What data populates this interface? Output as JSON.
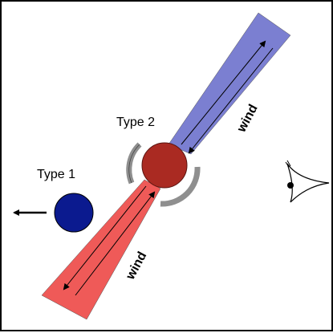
{
  "labels": {
    "type1": "Type 1",
    "type2": "Type 2",
    "wind_upper": "wind",
    "wind_lower": "wind"
  },
  "colors": {
    "type1_star": "#0b1a8f",
    "type2_star": "#aa2a22",
    "wind_blue_cone": "#7b7fd1",
    "wind_red_cone": "#ef5a58",
    "shell": "#8f8f8f",
    "arrow": "#000000"
  },
  "icons": {
    "observer": "eye-icon",
    "motion": "left-arrow-icon"
  }
}
